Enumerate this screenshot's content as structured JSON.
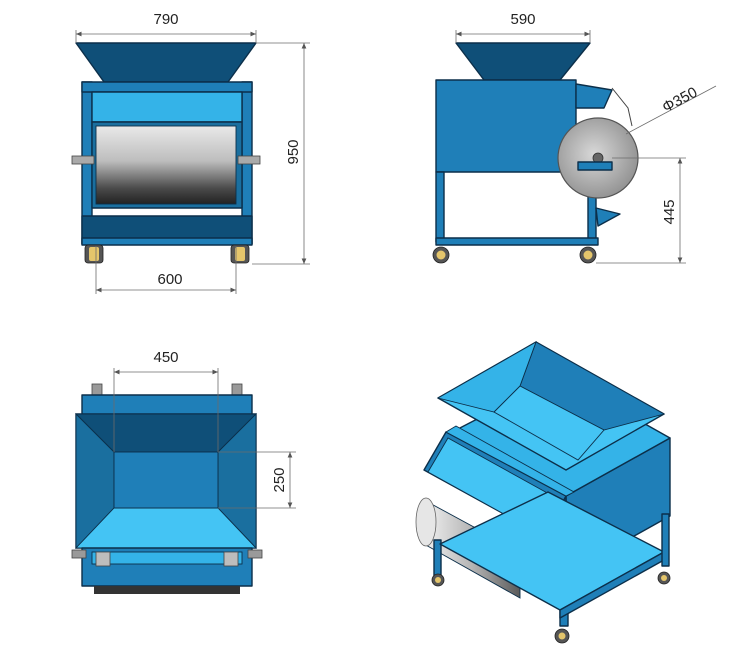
{
  "dimensions": {
    "front_width": "790",
    "front_height": "950",
    "front_roller_width": "600",
    "side_width": "590",
    "side_roller_diameter": "Φ350",
    "side_roller_height": "445",
    "top_opening_width": "450",
    "top_opening_depth": "250"
  },
  "colors": {
    "body_blue": "#1f7fb8",
    "dark_blue": "#0f4f78",
    "light_blue": "#34b3e8",
    "bright_blue": "#44c4f4",
    "steel": "#b8b8b8",
    "outline": "#0c2f4a"
  },
  "icons": {
    "wheel": "caster-wheel-icon"
  }
}
